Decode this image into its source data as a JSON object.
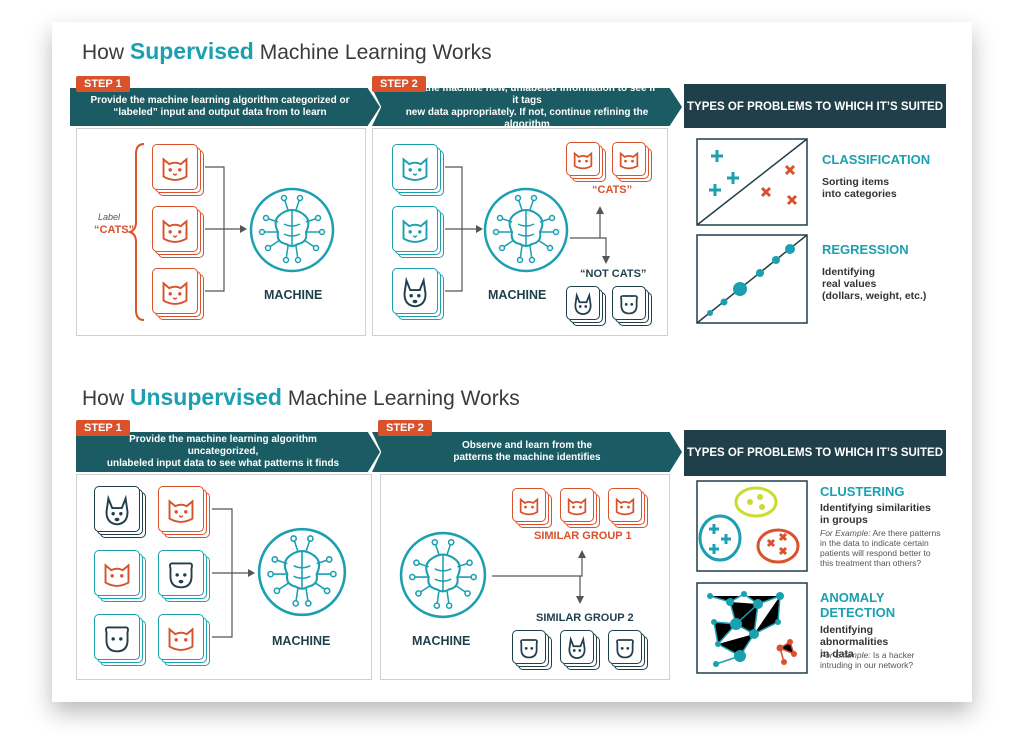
{
  "supervised": {
    "title_pre": "How",
    "title_em": "Supervised",
    "title_post": "Machine Learning Works",
    "step1": {
      "tag": "STEP 1",
      "text_l1": "Provide the machine learning algorithm categorized or",
      "text_l2": "“labeled” input and output data from to learn",
      "label_small": "Label",
      "label_cats": "“CATS”",
      "machine": "MACHINE"
    },
    "step2": {
      "tag": "STEP 2",
      "text_l1": "Feed the machine new, unlabeled information to see if it tags",
      "text_l2": "new data appropriately. If not, continue refining the algorithm",
      "cats": "“CATS”",
      "not_cats": "“NOT CATS”",
      "machine": "MACHINE"
    },
    "side": {
      "header": "TYPES OF PROBLEMS TO WHICH IT’S SUITED",
      "classification_title": "CLASSIFICATION",
      "classification_l1": "Sorting items",
      "classification_l2": "into categories",
      "regression_title": "REGRESSION",
      "regression_l1": "Identifying",
      "regression_l2": "real values",
      "regression_l3": "(dollars, weight, etc.)"
    }
  },
  "unsupervised": {
    "title_pre": "How",
    "title_em": "Unsupervised",
    "title_post": "Machine Learning Works",
    "step1": {
      "tag": "STEP 1",
      "text_l1": "Provide the machine learning algorithm uncategorized,",
      "text_l2": "unlabeled input data to see what patterns it finds",
      "machine": "MACHINE"
    },
    "step2": {
      "tag": "STEP 2",
      "text_l1": "Observe and learn from the",
      "text_l2": "patterns the machine identifies",
      "group1": "SIMILAR GROUP 1",
      "group2": "SIMILAR GROUP 2",
      "machine": "MACHINE"
    },
    "side": {
      "header": "TYPES OF PROBLEMS TO WHICH IT’S SUITED",
      "clustering_title": "CLUSTERING",
      "clustering_l1": "Identifying similarities",
      "clustering_l2": "in groups",
      "clustering_ex_lead": "For Example:",
      "clustering_ex": "Are there patterns in the data to indicate certain patients will respond better to this treatment than others?",
      "anomaly_title_l1": "ANOMALY",
      "anomaly_title_l2": "DETECTION",
      "anomaly_l1": "Identifying abnormalities",
      "anomaly_l2": "in data",
      "anomaly_ex_lead": "For Example:",
      "anomaly_ex": "Is a hacker intruding in our network?"
    }
  },
  "colors": {
    "accent_teal": "#1aa0b0",
    "accent_orange": "#d9522b",
    "dark_teal": "#1f3f4a",
    "banner_teal": "#1b5b63",
    "lime": "#c8dd2e"
  },
  "icons": [
    "cat-icon",
    "dog-icon",
    "brain-circuit-icon",
    "plus-icon",
    "cross-icon",
    "arrow-icon"
  ]
}
